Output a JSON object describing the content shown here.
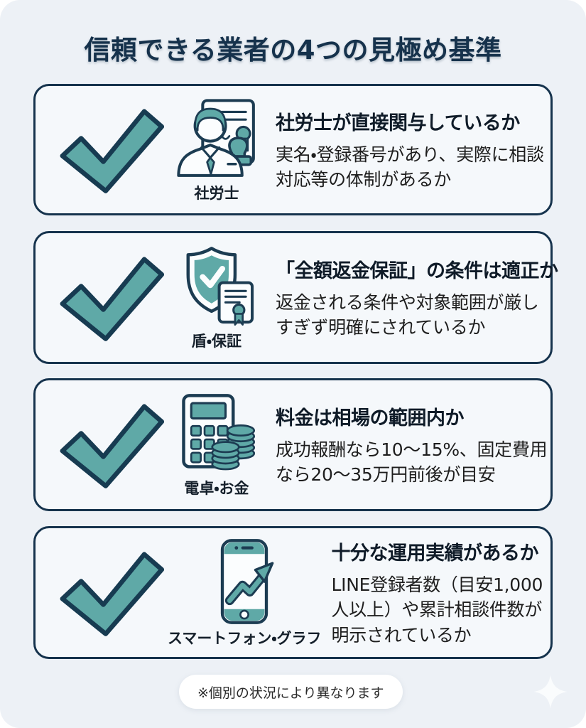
{
  "page": {
    "title": "信頼できる業者の4つの見極め基準",
    "footer_note": "※個別の状況により異なります"
  },
  "cards": [
    {
      "icon": "labor-consultant-certificate-icon",
      "icon_caption": "社労士",
      "heading": "社労士が直接関与しているか",
      "description": "実名・登録番号があり、実際に相談対応等の体制があるか"
    },
    {
      "icon": "shield-guarantee-icon",
      "icon_caption": "盾・保証",
      "heading": "「全額返金保証」の条件は適正か",
      "description": "返金される条件や対象範囲が厳しすぎず明確にされているか"
    },
    {
      "icon": "calculator-money-icon",
      "icon_caption": "電卓・お金",
      "heading": "料金は相場の範囲内か",
      "description": "成功報酬なら10〜15%、固定費用なら20〜35万円前後が目安"
    },
    {
      "icon": "smartphone-graph-icon",
      "icon_caption": "スマートフォン・グラフ",
      "heading": "十分な運用実績があるか",
      "description": "LINE登録者数（目安1,000人以上）や累計相談件数が明示されているか"
    }
  ],
  "icons": {
    "checkmark": "check-icon",
    "footer": "sparkle-icon"
  },
  "colors": {
    "page_bg": "#EDF1F6",
    "card_bg": "#F5F8FB",
    "card_border": "#16334D",
    "title_navy": "#16324C",
    "teal": "#5FA9A7",
    "icon_outline": "#1C3C52",
    "body_text": "#1E1E1E"
  }
}
